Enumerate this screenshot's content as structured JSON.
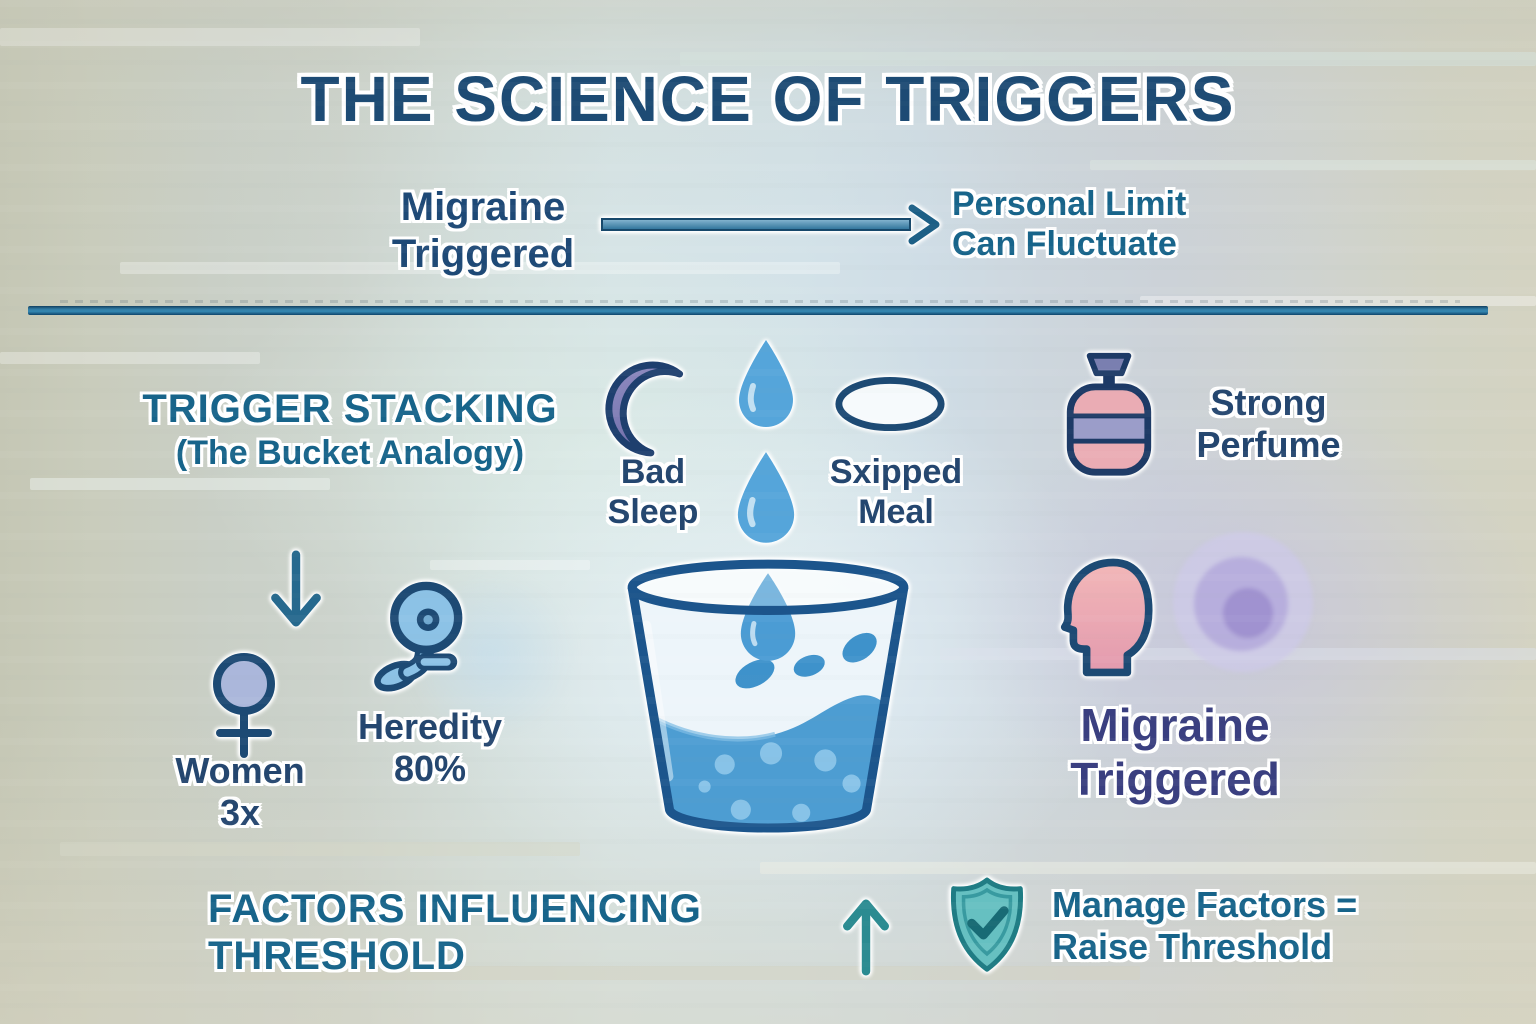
{
  "title": "THE SCIENCE OF TRIGGERS",
  "flow": {
    "from_line1": "Migraine",
    "from_line2": "Triggered",
    "to_line1": "Personal Limit",
    "to_line2": "Can Fluctuate"
  },
  "trigger_stacking": {
    "heading_line1": "TRIGGER STACKING",
    "heading_line2": "(The Bucket Analogy)",
    "bad_sleep_line1": "Bad",
    "bad_sleep_line2": "Sleep",
    "skipped_meal_line1": "Sxipped",
    "skipped_meal_line2": "Meal",
    "strong_perfume_line1": "Strong",
    "strong_perfume_line2": "Perfume"
  },
  "risk_stats": {
    "women_line1": "Women",
    "women_line2": "3x",
    "heredity_line1": "Heredity",
    "heredity_line2": "80%"
  },
  "outcome": {
    "line1": "Migraine",
    "line2": "Triggered"
  },
  "threshold": {
    "heading_line1": "FACTORS INFLUENCING",
    "heading_line2": "THRESHOLD",
    "note_line1": "Manage Factors =",
    "note_line2": "Raise Threshold"
  },
  "icons": {
    "moon": "crescent-moon-icon",
    "drop": "water-drop-icon",
    "plate": "empty-plate-ellipse-icon",
    "perfume": "perfume-bottle-icon",
    "bucket": "water-bucket-icon",
    "down_arrow": "down-arrow-icon",
    "up_arrow": "up-arrow-icon",
    "flow_arrow": "right-arrow-icon",
    "female": "female-symbol-icon",
    "heredity": "heredity-gene-icon",
    "head": "head-profile-icon",
    "aura": "migraine-aura-blob",
    "shield": "shield-check-icon"
  },
  "colors": {
    "title_navy": "#1d4b74",
    "text_navy": "#24466f",
    "teal": "#17648a",
    "indigo_text": "#3a3f80",
    "water_blue": "#4d9dd2",
    "moon_purple": "#7d7ab4",
    "perfume_pink": "#eaacb4",
    "perfume_band": "#9b9dc9",
    "head_pink": "#eeafb4",
    "shield_teal": "#66c0c1",
    "divider_blue": "#2d7aa4"
  }
}
